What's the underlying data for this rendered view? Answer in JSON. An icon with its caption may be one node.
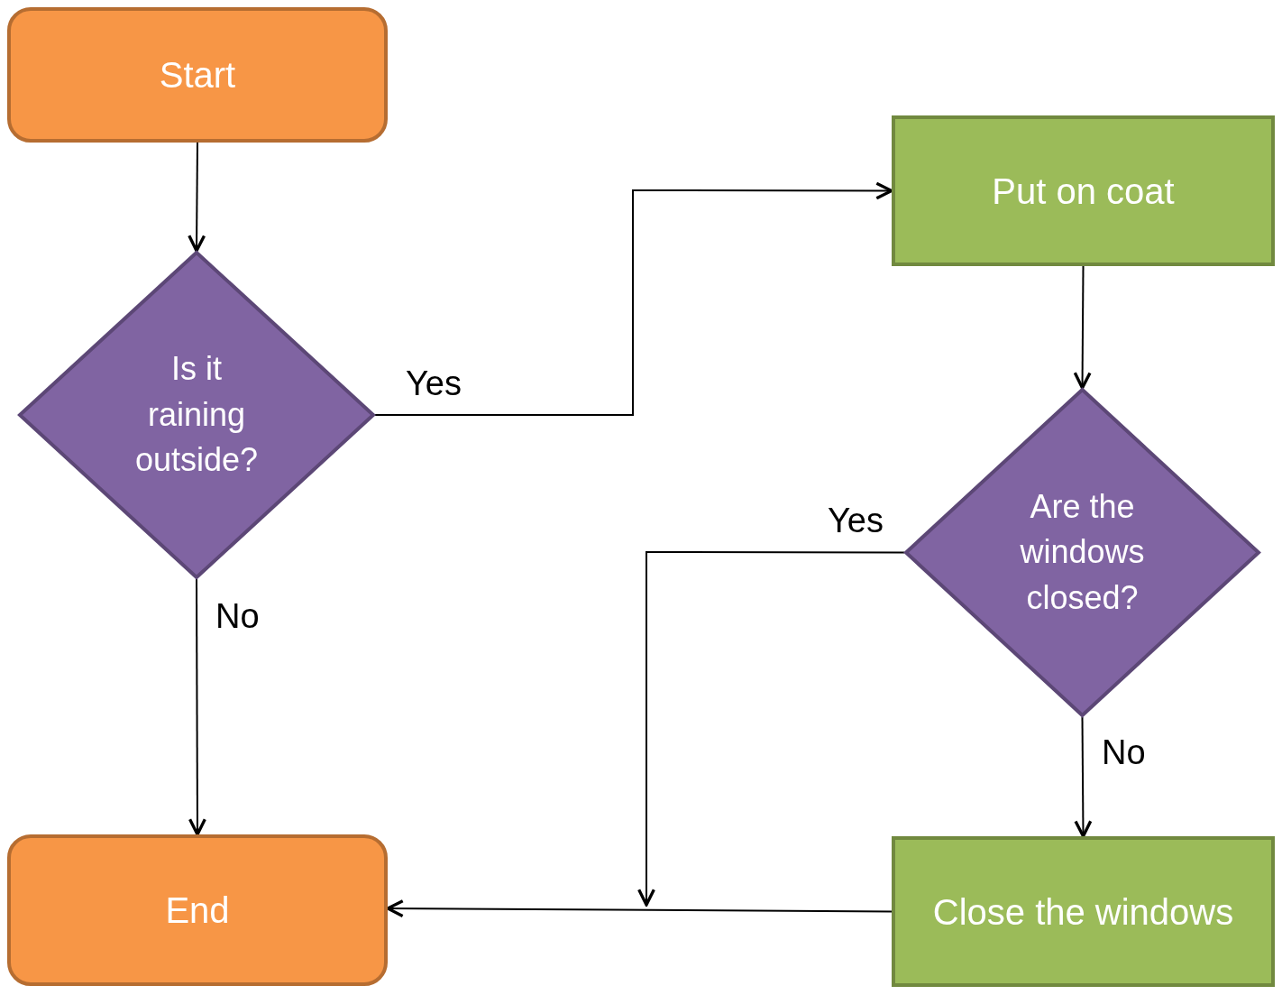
{
  "diagram": {
    "nodes": [
      {
        "text": [
          "Start"
        ]
      },
      {
        "text": [
          "Is it raining outside?"
        ]
      },
      {
        "text": [
          "Put on coat"
        ]
      },
      {
        "text": [
          "Are the windows closed?"
        ]
      },
      {
        "text": [
          "End"
        ]
      },
      {
        "text": [
          "Close the windows"
        ]
      }
    ],
    "edges": [
      {
        "from": 0,
        "to": 1,
        "arrow": "to"
      },
      {
        "from": 1,
        "to": 2,
        "arrow": "to",
        "label": "Yes"
      },
      {
        "from": 2,
        "to": 3,
        "arrow": "to"
      },
      {
        "from": 3,
        "to": null,
        "arrow": "to",
        "label": "Yes"
      },
      {
        "from": 1,
        "to": 4,
        "arrow": "to",
        "label": "No"
      },
      {
        "from": 3,
        "to": 5,
        "arrow": "to",
        "label": "No"
      },
      {
        "from": 5,
        "to": 4,
        "arrow": "to"
      }
    ]
  }
}
